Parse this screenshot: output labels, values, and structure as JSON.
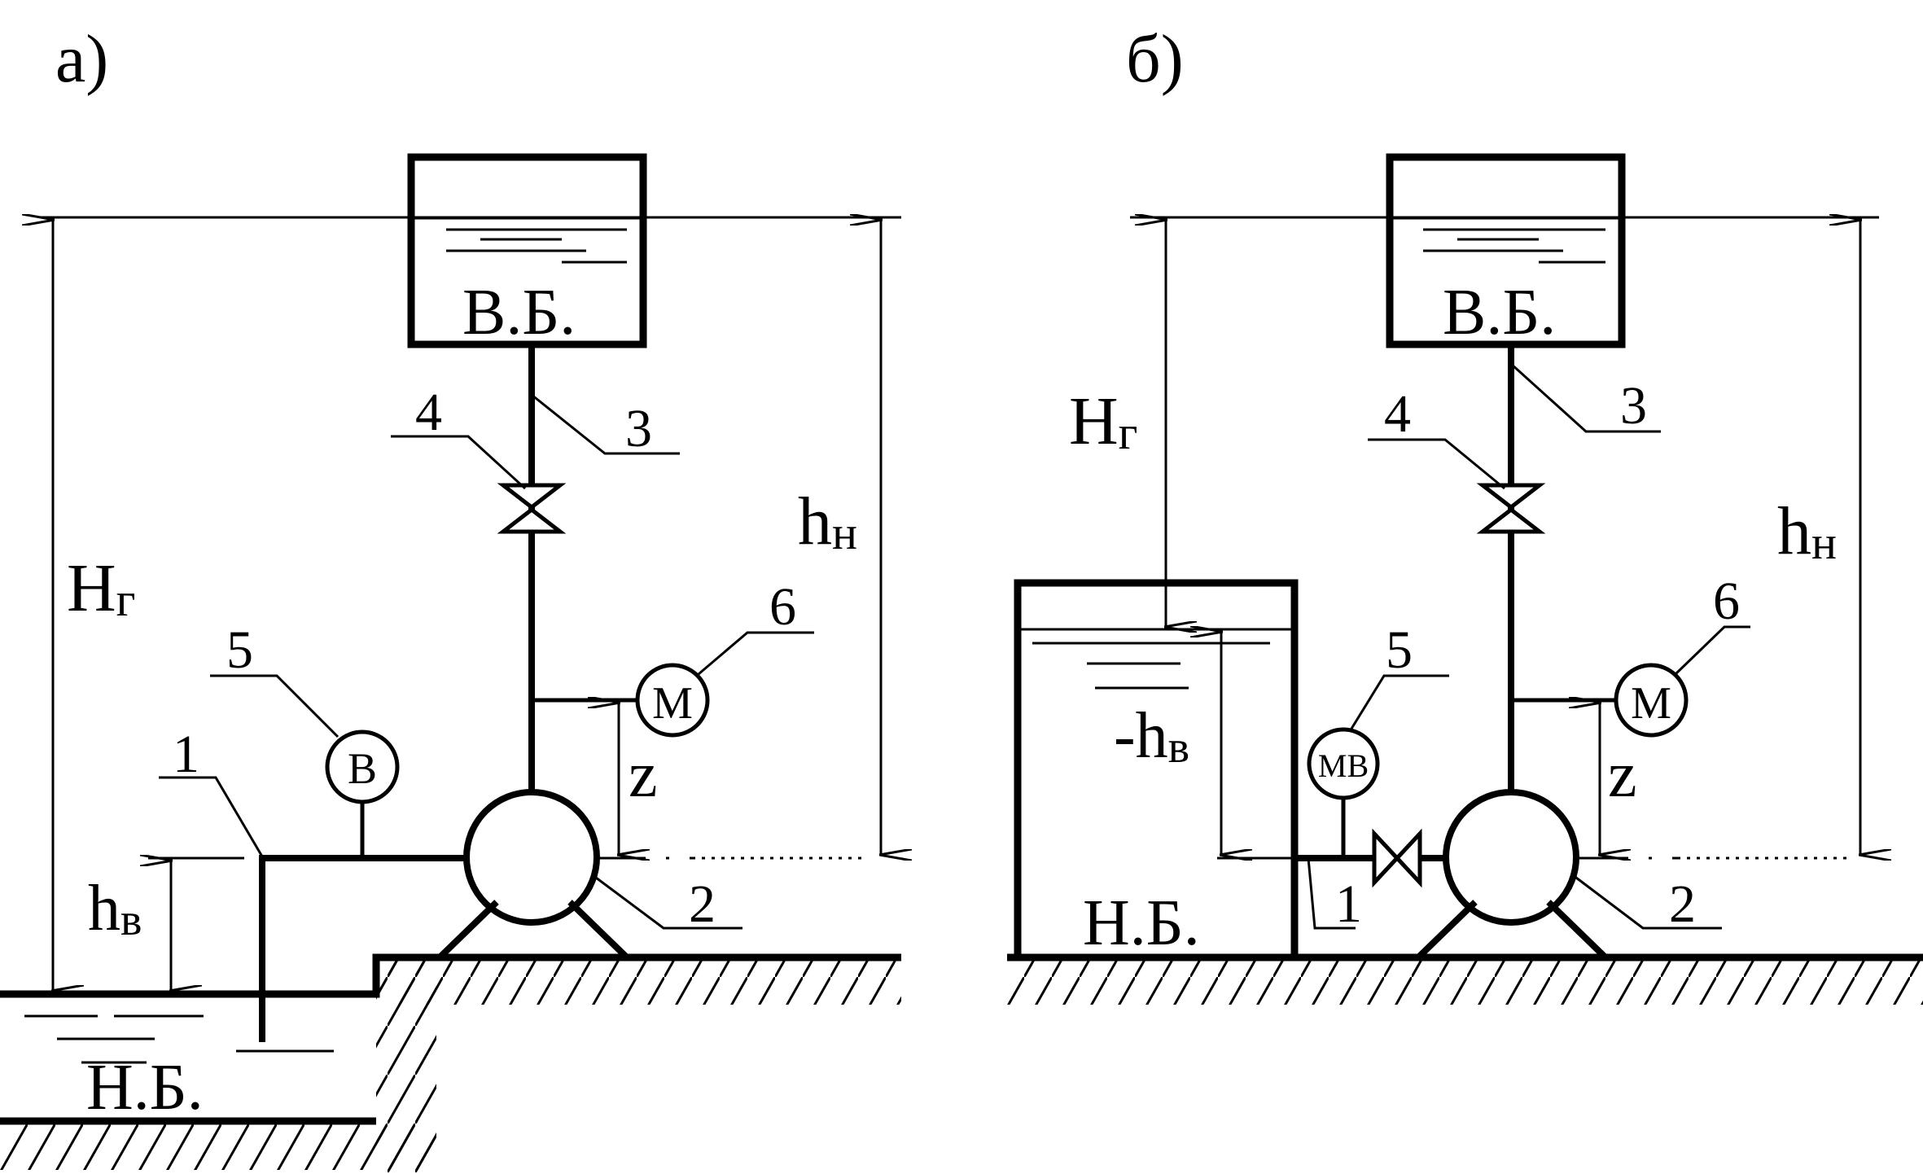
{
  "panels": {
    "a": {
      "label": "а)",
      "upper_tank": "В.Б.",
      "lower_tank": "Н.Б.",
      "dim_total": "H",
      "dim_total_sub": "г",
      "dim_discharge": "h",
      "dim_discharge_sub": "н",
      "dim_suction": "h",
      "dim_suction_sub": "в",
      "dim_z": "z",
      "gauge_vacuum": "В",
      "gauge_pressure": "М",
      "callouts": [
        "1",
        "2",
        "3",
        "4",
        "5",
        "6"
      ]
    },
    "b": {
      "label": "б)",
      "upper_tank": "В.Б.",
      "lower_tank": "Н.Б.",
      "dim_total": "H",
      "dim_total_sub": "г",
      "dim_discharge": "h",
      "dim_discharge_sub": "н",
      "dim_suction": "-h",
      "dim_suction_sub": "в",
      "dim_z": "z",
      "gauge_vacuum": "МВ",
      "gauge_pressure": "М",
      "callouts": [
        "1",
        "2",
        "3",
        "4",
        "5",
        "6"
      ]
    }
  }
}
